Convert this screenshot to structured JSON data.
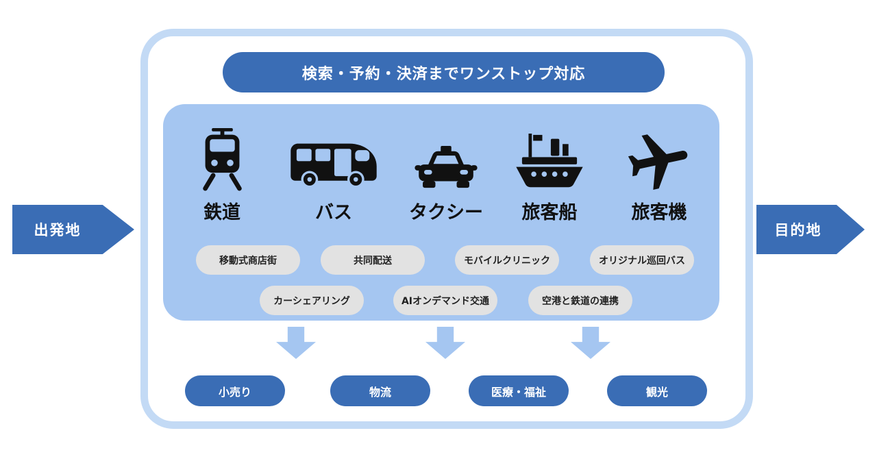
{
  "header": {
    "title": "検索・予約・決済までワンストップ対応"
  },
  "flow": {
    "start_label": "出発地",
    "end_label": "目的地"
  },
  "transports": [
    {
      "label": "鉄道",
      "icon": "train-icon"
    },
    {
      "label": "バス",
      "icon": "bus-icon"
    },
    {
      "label": "タクシー",
      "icon": "taxi-icon"
    },
    {
      "label": "旅客船",
      "icon": "ship-icon"
    },
    {
      "label": "旅客機",
      "icon": "airplane-icon"
    }
  ],
  "services": {
    "row1": [
      "移動式商店街",
      "共同配送",
      "モバイルクリニック",
      "オリジナル巡回バス"
    ],
    "row2": [
      "カーシェアリング",
      "AIオンデマンド交通",
      "空港と鉄道の連携"
    ]
  },
  "sectors": [
    "小売り",
    "物流",
    "医療・福祉",
    "観光"
  ],
  "colors": {
    "primary_blue": "#3a6db5",
    "panel_light_blue": "#a5c6f1",
    "frame_border_blue": "#c3daf5",
    "service_pill_gray": "#e2e2e2",
    "icon_black": "#111111",
    "text_white": "#ffffff"
  }
}
